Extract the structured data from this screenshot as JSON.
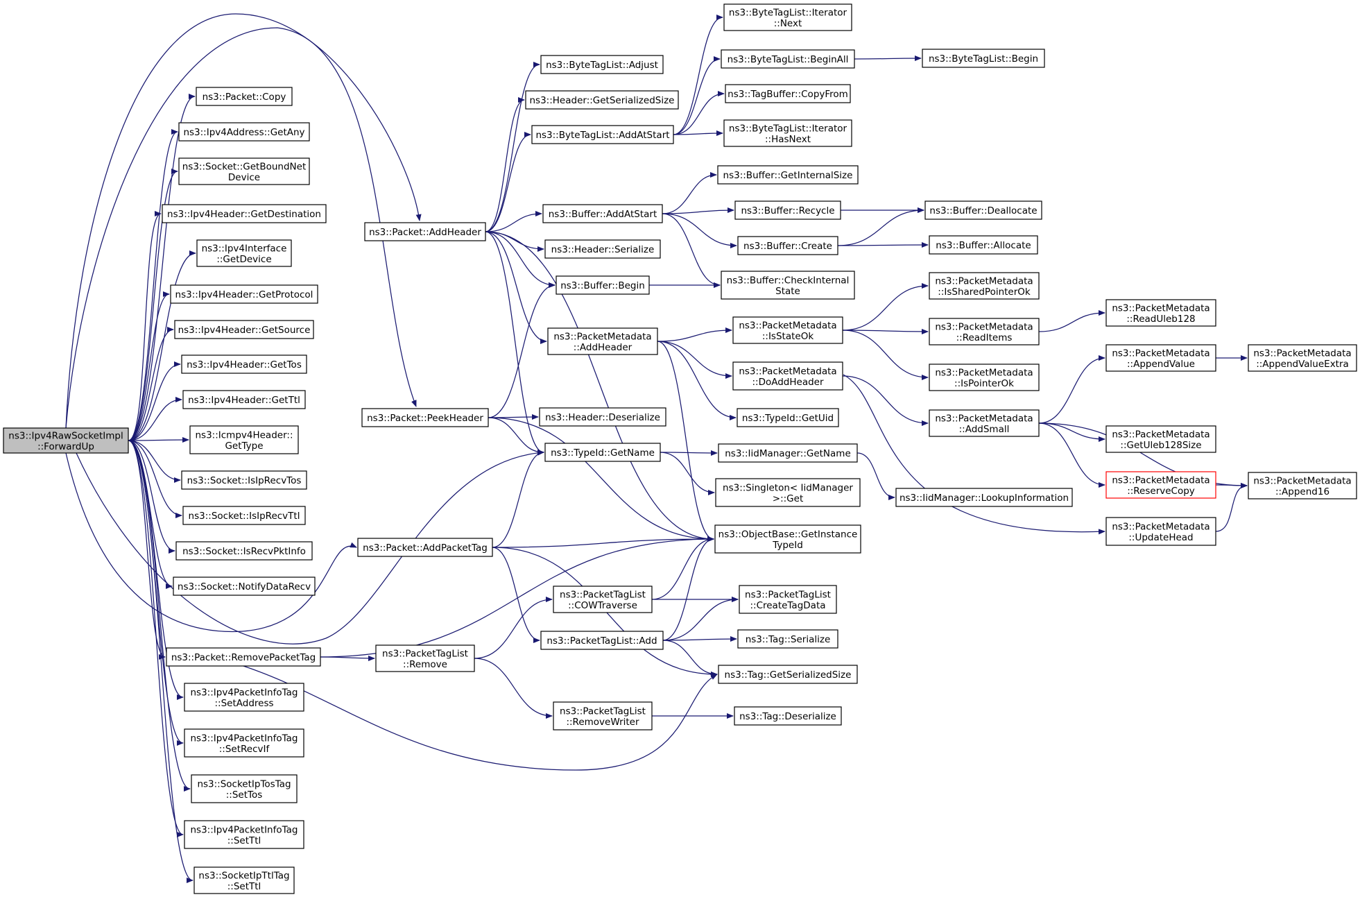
{
  "graph": {
    "edge_color": "#191970",
    "root_fill": "#bfbfbf",
    "highlight_stroke": "#ff0000",
    "nodes": [
      {
        "id": "root",
        "lines": [
          "ns3::Ipv4RawSocketImpl",
          "::ForwardUp"
        ],
        "root": true
      },
      {
        "id": "pkt_copy",
        "lines": [
          "ns3::Packet::Copy"
        ]
      },
      {
        "id": "ipv4addr_getany",
        "lines": [
          "ns3::Ipv4Address::GetAny"
        ]
      },
      {
        "id": "sock_getboundnet",
        "lines": [
          "ns3::Socket::GetBoundNet",
          "Device"
        ]
      },
      {
        "id": "ipv4hdr_getdest",
        "lines": [
          "ns3::Ipv4Header::GetDestination"
        ]
      },
      {
        "id": "ipv4if_getdevice",
        "lines": [
          "ns3::Ipv4Interface",
          "::GetDevice"
        ]
      },
      {
        "id": "ipv4hdr_getproto",
        "lines": [
          "ns3::Ipv4Header::GetProtocol"
        ]
      },
      {
        "id": "ipv4hdr_getsource",
        "lines": [
          "ns3::Ipv4Header::GetSource"
        ]
      },
      {
        "id": "ipv4hdr_gettos",
        "lines": [
          "ns3::Ipv4Header::GetTos"
        ]
      },
      {
        "id": "ipv4hdr_getttl",
        "lines": [
          "ns3::Ipv4Header::GetTtl"
        ]
      },
      {
        "id": "icmpv4_gettype",
        "lines": [
          "ns3::Icmpv4Header::",
          "GetType"
        ]
      },
      {
        "id": "sock_isiprecvtos",
        "lines": [
          "ns3::Socket::IsIpRecvTos"
        ]
      },
      {
        "id": "sock_isiprecvttl",
        "lines": [
          "ns3::Socket::IsIpRecvTtl"
        ]
      },
      {
        "id": "sock_isrecvpktinfo",
        "lines": [
          "ns3::Socket::IsRecvPktInfo"
        ]
      },
      {
        "id": "sock_notifydatarecv",
        "lines": [
          "ns3::Socket::NotifyDataRecv"
        ]
      },
      {
        "id": "pkt_removepackettag",
        "lines": [
          "ns3::Packet::RemovePacketTag"
        ]
      },
      {
        "id": "ipv4pit_setaddress",
        "lines": [
          "ns3::Ipv4PacketInfoTag",
          "::SetAddress"
        ]
      },
      {
        "id": "ipv4pit_setrecvif",
        "lines": [
          "ns3::Ipv4PacketInfoTag",
          "::SetRecvIf"
        ]
      },
      {
        "id": "socktos_settos",
        "lines": [
          "ns3::SocketIpTosTag",
          "::SetTos"
        ]
      },
      {
        "id": "ipv4pit_setttl",
        "lines": [
          "ns3::Ipv4PacketInfoTag",
          "::SetTtl"
        ]
      },
      {
        "id": "sockttl_setttl",
        "lines": [
          "ns3::SocketIpTtlTag",
          "::SetTtl"
        ]
      },
      {
        "id": "pkt_addheader",
        "lines": [
          "ns3::Packet::AddHeader"
        ]
      },
      {
        "id": "pkt_peekheader",
        "lines": [
          "ns3::Packet::PeekHeader"
        ]
      },
      {
        "id": "pkt_addpackettag",
        "lines": [
          "ns3::Packet::AddPacketTag"
        ]
      },
      {
        "id": "ptl_remove",
        "lines": [
          "ns3::PacketTagList",
          "::Remove"
        ]
      },
      {
        "id": "btl_adjust",
        "lines": [
          "ns3::ByteTagList::Adjust"
        ]
      },
      {
        "id": "hdr_getsersize",
        "lines": [
          "ns3::Header::GetSerializedSize"
        ]
      },
      {
        "id": "btl_addatstart",
        "lines": [
          "ns3::ByteTagList::AddAtStart"
        ]
      },
      {
        "id": "buf_addatstart",
        "lines": [
          "ns3::Buffer::AddAtStart"
        ]
      },
      {
        "id": "hdr_serialize",
        "lines": [
          "ns3::Header::Serialize"
        ]
      },
      {
        "id": "buf_begin",
        "lines": [
          "ns3::Buffer::Begin"
        ]
      },
      {
        "id": "pm_addheader",
        "lines": [
          "ns3::PacketMetadata",
          "::AddHeader"
        ]
      },
      {
        "id": "hdr_deserialize",
        "lines": [
          "ns3::Header::Deserialize"
        ]
      },
      {
        "id": "typeid_getname",
        "lines": [
          "ns3::TypeId::GetName"
        ]
      },
      {
        "id": "ptl_cowtraverse",
        "lines": [
          "ns3::PacketTagList",
          "::COWTraverse"
        ]
      },
      {
        "id": "ptl_add",
        "lines": [
          "ns3::PacketTagList::Add"
        ]
      },
      {
        "id": "ptl_removewriter",
        "lines": [
          "ns3::PacketTagList",
          "::RemoveWriter"
        ]
      },
      {
        "id": "btli_next",
        "lines": [
          "ns3::ByteTagList::Iterator",
          "::Next"
        ]
      },
      {
        "id": "btl_beginall",
        "lines": [
          "ns3::ByteTagList::BeginAll"
        ]
      },
      {
        "id": "tagbuf_copyfrom",
        "lines": [
          "ns3::TagBuffer::CopyFrom"
        ]
      },
      {
        "id": "btli_hasnext",
        "lines": [
          "ns3::ByteTagList::Iterator",
          "::HasNext"
        ]
      },
      {
        "id": "buf_getinternalsize",
        "lines": [
          "ns3::Buffer::GetInternalSize"
        ]
      },
      {
        "id": "buf_recycle",
        "lines": [
          "ns3::Buffer::Recycle"
        ]
      },
      {
        "id": "buf_create",
        "lines": [
          "ns3::Buffer::Create"
        ]
      },
      {
        "id": "buf_checkinternal",
        "lines": [
          "ns3::Buffer::CheckInternal",
          "State"
        ]
      },
      {
        "id": "pm_isstateok",
        "lines": [
          "ns3::PacketMetadata",
          "::IsStateOk"
        ]
      },
      {
        "id": "pm_doaddheader",
        "lines": [
          "ns3::PacketMetadata",
          "::DoAddHeader"
        ]
      },
      {
        "id": "typeid_getuid",
        "lines": [
          "ns3::TypeId::GetUid"
        ]
      },
      {
        "id": "iidmgr_getname",
        "lines": [
          "ns3::IidManager::GetName"
        ]
      },
      {
        "id": "singleton_get",
        "lines": [
          "ns3::Singleton< IidManager",
          ">::Get"
        ]
      },
      {
        "id": "objbase_getinst",
        "lines": [
          "ns3::ObjectBase::GetInstance",
          "TypeId"
        ]
      },
      {
        "id": "ptl_createtagdata",
        "lines": [
          "ns3::PacketTagList",
          "::CreateTagData"
        ]
      },
      {
        "id": "tag_serialize",
        "lines": [
          "ns3::Tag::Serialize"
        ]
      },
      {
        "id": "tag_getsersize",
        "lines": [
          "ns3::Tag::GetSerializedSize"
        ]
      },
      {
        "id": "tag_deserialize",
        "lines": [
          "ns3::Tag::Deserialize"
        ]
      },
      {
        "id": "btl_begin",
        "lines": [
          "ns3::ByteTagList::Begin"
        ]
      },
      {
        "id": "buf_deallocate",
        "lines": [
          "ns3::Buffer::Deallocate"
        ]
      },
      {
        "id": "buf_allocate",
        "lines": [
          "ns3::Buffer::Allocate"
        ]
      },
      {
        "id": "pm_issharedptrok",
        "lines": [
          "ns3::PacketMetadata",
          "::IsSharedPointerOk"
        ]
      },
      {
        "id": "pm_readitems",
        "lines": [
          "ns3::PacketMetadata",
          "::ReadItems"
        ]
      },
      {
        "id": "pm_ispointerok",
        "lines": [
          "ns3::PacketMetadata",
          "::IsPointerOk"
        ]
      },
      {
        "id": "pm_addsmall",
        "lines": [
          "ns3::PacketMetadata",
          "::AddSmall"
        ]
      },
      {
        "id": "iidmgr_lookupinfo",
        "lines": [
          "ns3::IidManager::LookupInformation"
        ]
      },
      {
        "id": "pm_readuleb128",
        "lines": [
          "ns3::PacketMetadata",
          "::ReadUleb128"
        ]
      },
      {
        "id": "pm_appendvalue",
        "lines": [
          "ns3::PacketMetadata",
          "::AppendValue"
        ]
      },
      {
        "id": "pm_getuleb128size",
        "lines": [
          "ns3::PacketMetadata",
          "::GetUleb128Size"
        ]
      },
      {
        "id": "pm_reservecopy",
        "lines": [
          "ns3::PacketMetadata",
          "::ReserveCopy"
        ],
        "highlight": true
      },
      {
        "id": "pm_updatehead",
        "lines": [
          "ns3::PacketMetadata",
          "::UpdateHead"
        ]
      },
      {
        "id": "pm_appendvalueextra",
        "lines": [
          "ns3::PacketMetadata",
          "::AppendValueExtra"
        ]
      },
      {
        "id": "pm_append16",
        "lines": [
          "ns3::PacketMetadata",
          "::Append16"
        ]
      }
    ]
  }
}
